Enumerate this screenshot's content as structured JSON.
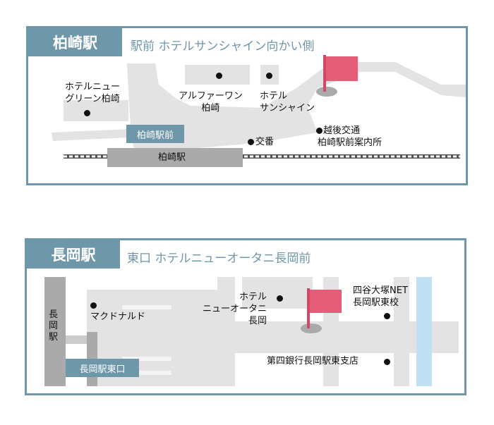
{
  "kashiwazaki": {
    "title": "柏崎駅",
    "subtitle": "駅前 ホテルサンシャイン向かい側",
    "labels": {
      "hotel_new_green": [
        "ホテルニュー",
        "グリーン柏崎"
      ],
      "alpha_one": [
        "アルファーワン",
        "柏崎"
      ],
      "hotel_sunshine": [
        "ホテル",
        "サンシャイン"
      ],
      "koban": "交番",
      "echigo": [
        "越後交通",
        "柏崎駅前案内所"
      ],
      "station_front": "柏崎駅前",
      "station": "柏崎駅"
    }
  },
  "nagaoka": {
    "title": "長岡駅",
    "subtitle": "東口 ホテルニューオータニ長岡前",
    "labels": {
      "station": "長岡駅",
      "mcdonalds": "マクドナルド",
      "hotel_new_otani": [
        "ホテル",
        "ニューオータニ",
        "長岡"
      ],
      "yotsuya": [
        "四谷大塚NET",
        "長岡駅東校"
      ],
      "daishi_bank": "第四銀行長岡駅東支店",
      "east_exit": "長岡駅東口"
    }
  },
  "colors": {
    "accent": "#6f97aa",
    "flag": "#e55d78",
    "road": "#e3e3e3",
    "river": "#bfe0f5"
  }
}
